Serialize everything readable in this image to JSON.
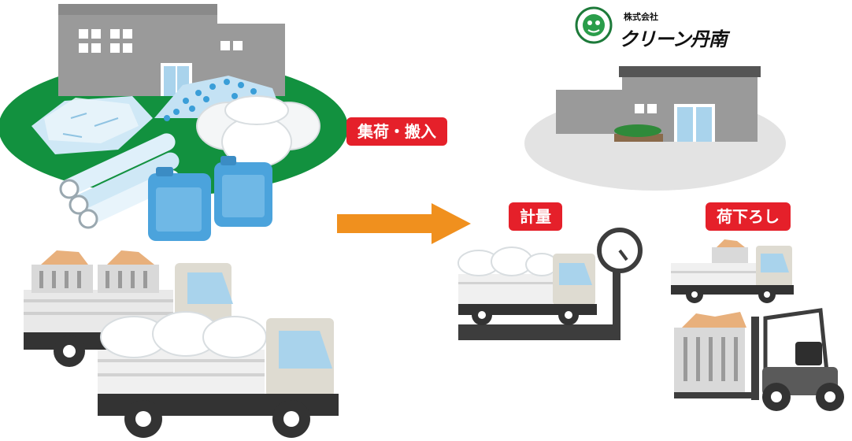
{
  "steps": {
    "collect_label": "集荷・搬入",
    "weigh_label": "計量",
    "unload_label": "荷下ろし"
  },
  "company": {
    "small_label": "株式会社",
    "name": "クリーン丹南"
  },
  "colors": {
    "badge": "#e5202a",
    "arrow": "#f0901e",
    "site_green": "#12913f",
    "building_gray": "#9a9a9a",
    "ground_gray": "#e3e3e3"
  }
}
